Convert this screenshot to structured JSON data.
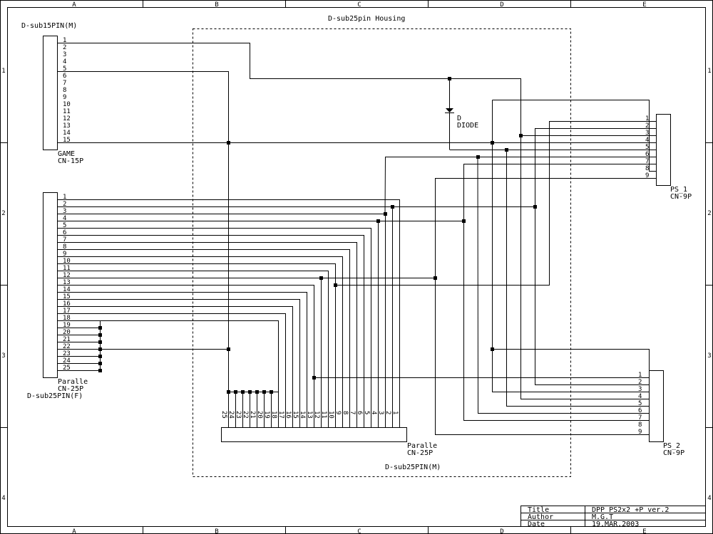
{
  "border": {
    "columns": [
      "A",
      "B",
      "C",
      "D",
      "E"
    ],
    "rows": [
      "1",
      "2",
      "3",
      "4"
    ]
  },
  "housing_label": "D-sub25pin Housing",
  "housing_sub_label": "D-sub25PIN(M)",
  "game_connector": {
    "title": "D-sub15PIN(M)",
    "pins": [
      "1",
      "2",
      "3",
      "4",
      "5",
      "6",
      "7",
      "8",
      "9",
      "10",
      "11",
      "12",
      "13",
      "14",
      "15"
    ],
    "label1": "GAME",
    "label2": "CN-15P"
  },
  "parallel_female": {
    "pins": [
      "1",
      "2",
      "3",
      "4",
      "5",
      "6",
      "7",
      "8",
      "9",
      "10",
      "11",
      "12",
      "13",
      "14",
      "15",
      "16",
      "17",
      "18",
      "19",
      "20",
      "21",
      "22",
      "23",
      "24",
      "25"
    ],
    "label1": "Paralle",
    "label2": "CN-25P",
    "label3": "D-sub25PIN(F)"
  },
  "parallel_male": {
    "pins": [
      "25",
      "24",
      "23",
      "22",
      "21",
      "20",
      "19",
      "18",
      "17",
      "16",
      "15",
      "14",
      "13",
      "12",
      "11",
      "10",
      "9",
      "8",
      "7",
      "6",
      "5",
      "4",
      "3",
      "2",
      "1"
    ],
    "label1": "Paralle",
    "label2": "CN-25P"
  },
  "ps1": {
    "pins": [
      "1",
      "2",
      "3",
      "4",
      "5",
      "6",
      "7",
      "8",
      "9"
    ],
    "label1": "PS_1",
    "label2": "CN-9P"
  },
  "ps2": {
    "pins": [
      "1",
      "2",
      "3",
      "4",
      "5",
      "6",
      "7",
      "8",
      "9"
    ],
    "label1": "PS_2",
    "label2": "CN-9P"
  },
  "diode": {
    "ref": "D",
    "name": "DIODE"
  },
  "title_block": {
    "title_label": "Title",
    "title_value": "DPP PS2x2 +P ver.2",
    "author_label": "Author",
    "author_value": "M.G.T",
    "date_label": "Date",
    "date_value": "19.MAR.2003"
  }
}
